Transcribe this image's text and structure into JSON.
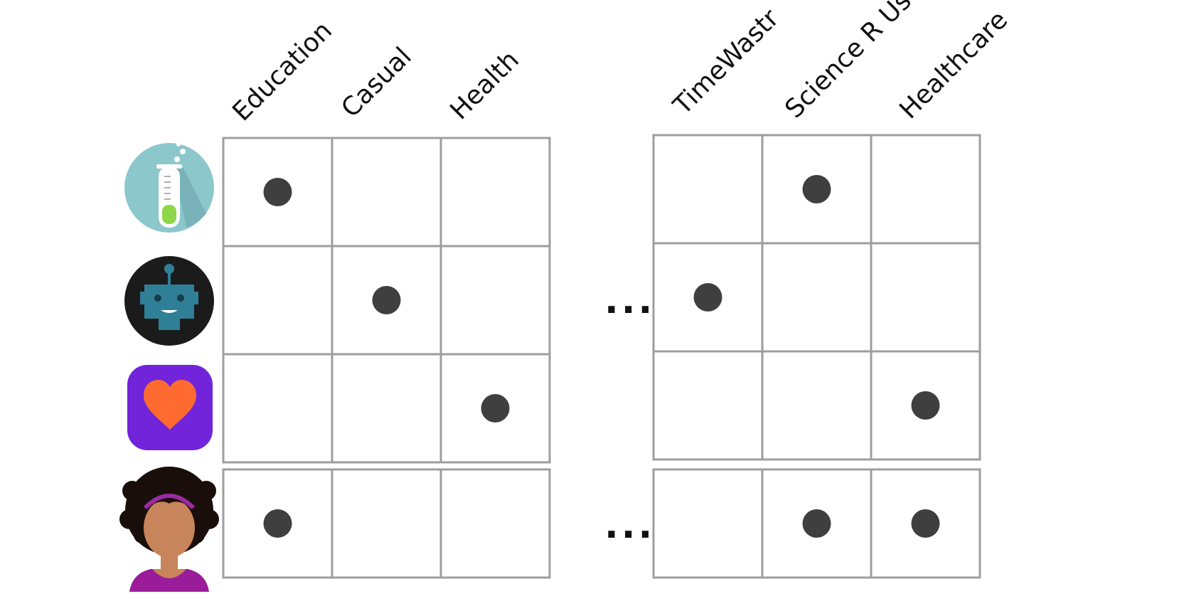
{
  "left_categories": [
    "Education",
    "Casual",
    "Health"
  ],
  "right_categories": [
    "TimeWastr",
    "Science R Us",
    "Healthcare"
  ],
  "ellipsis": "...",
  "rows": [
    {
      "icon": "science-test-tube-app-icon",
      "left": [
        1,
        0,
        0
      ],
      "right": [
        0,
        1,
        0
      ]
    },
    {
      "icon": "robot-app-icon",
      "left": [
        0,
        1,
        0
      ],
      "right": [
        1,
        0,
        0
      ]
    },
    {
      "icon": "heart-app-icon",
      "left": [
        0,
        0,
        1
      ],
      "right": [
        0,
        0,
        1
      ]
    }
  ],
  "user_row": {
    "icon": "user-avatar-icon",
    "left": [
      1,
      0,
      0
    ],
    "right": [
      0,
      1,
      1
    ]
  },
  "colors": {
    "grid": "#9e9e9e",
    "dot": "#3f3f3f",
    "science_bg": "#8cc7cc",
    "robot_bg": "#1b1b1b",
    "robot_face": "#2f7f96",
    "heart_bg": "#7124d9",
    "heart": "#ff6a30",
    "avatar_hair": "#1a0e0a",
    "avatar_skin": "#c8845a",
    "avatar_band": "#9b2aa0",
    "avatar_shirt": "#9b1c9b"
  }
}
